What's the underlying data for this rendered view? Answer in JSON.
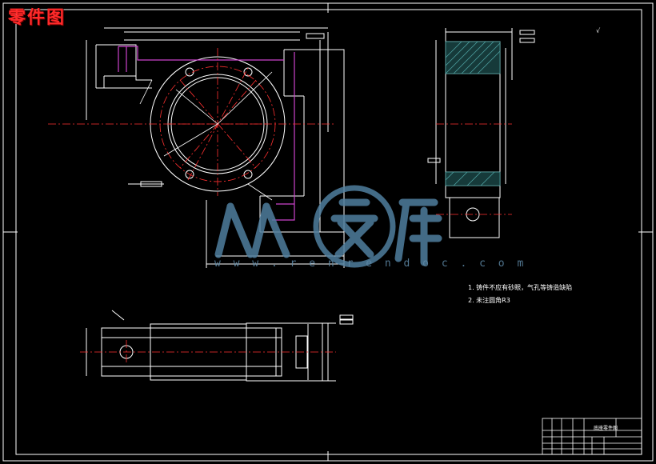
{
  "drawing": {
    "title": "零件图",
    "notes": [
      "1. 铸件不应有砂眼，气孔等铸造缺陷",
      "2. 未注圆角R3"
    ],
    "roughness_symbol": "√",
    "title_block": {
      "part_name": "底座零件图"
    }
  },
  "watermark": {
    "chars": "人人文库",
    "url": "w w w . r e n r e n d o c . c o m"
  },
  "colors": {
    "background": "#000000",
    "line": "#ffffff",
    "center_line": "#ff3030",
    "hidden_line": "#cc44cc",
    "hatch": "#4fa3a3",
    "watermark": "#4f7e9e",
    "title": "#ff2a2a"
  }
}
